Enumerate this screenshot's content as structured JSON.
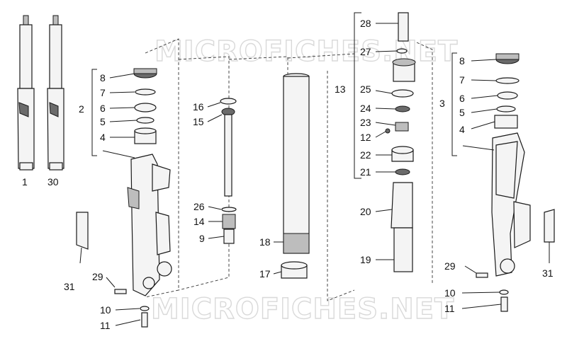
{
  "watermark": "MICROFICHES.NET",
  "callouts": {
    "fork_left_1": "1",
    "fork_left_30": "30",
    "group2_8": "8",
    "group2_7": "7",
    "group2_2": "2",
    "group2_6": "6",
    "group2_5": "5",
    "group2_4": "4",
    "left_31": "31",
    "left_29": "29",
    "left_10": "10",
    "left_11": "11",
    "rod_16": "16",
    "rod_15": "15",
    "rod_26": "26",
    "rod_14": "14",
    "rod_9": "9",
    "tube_18": "18",
    "tube_17": "17",
    "cart_28": "28",
    "cart_27": "27",
    "cart_13": "13",
    "cart_25": "25",
    "cart_24": "24",
    "cart_23": "23",
    "cart_12": "12",
    "cart_22": "22",
    "cart_21": "21",
    "cart_20": "20",
    "cart_19": "19",
    "group3_8": "8",
    "group3_7": "7",
    "group3_3": "3",
    "group3_6": "6",
    "group3_5": "5",
    "group3_4": "4",
    "right_29": "29",
    "right_31": "31",
    "right_10": "10",
    "right_11": "11"
  }
}
